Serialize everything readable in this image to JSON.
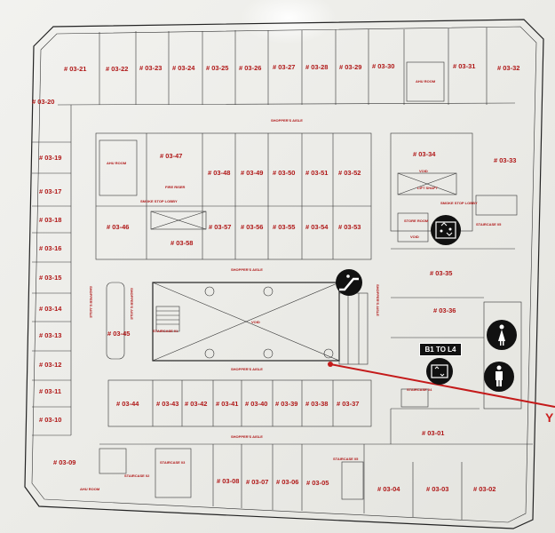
{
  "units": {
    "top_row": [
      "# 03-21",
      "# 03-22",
      "# 03-23",
      "# 03-24",
      "# 03-25",
      "# 03-26",
      "# 03-27",
      "# 03-28",
      "# 03-29",
      "# 03-30",
      "# 03-31",
      "# 03-32"
    ],
    "left_col": [
      "# 03-20",
      "# 03-19",
      "# 03-17",
      "# 03-18",
      "# 03-16",
      "# 03-15",
      "# 03-14",
      "# 03-13",
      "# 03-12",
      "# 03-11",
      "# 03-10",
      "# 03-09"
    ],
    "block_47": "# 03-47",
    "block_upper": [
      "# 03-48",
      "# 03-49",
      "# 03-50",
      "# 03-51",
      "# 03-52"
    ],
    "block_46": "# 03-46",
    "block_58": "# 03-58",
    "block_lower": [
      "# 03-57",
      "# 03-56",
      "# 03-55",
      "# 03-54",
      "# 03-53"
    ],
    "right_34": "# 03-34",
    "right_33": "# 03-33",
    "right_35": "# 03-35",
    "right_36": "# 03-36",
    "left_45": "# 03-45",
    "mid_row": [
      "# 03-44",
      "# 03-43",
      "# 03-42",
      "# 03-41",
      "# 03-40",
      "# 03-39",
      "# 03-38",
      "# 03-37"
    ],
    "right_01": "# 03-01",
    "bottom_row": [
      "# 03-08",
      "# 03-07",
      "# 03-06",
      "# 03-05"
    ],
    "bottom_right": [
      "# 03-04",
      "# 03-03",
      "# 03-02"
    ]
  },
  "labels": {
    "shoppers_aisle": "SHOPPER'S AISLE",
    "ahu_room": "AHU ROOM",
    "store_room": "STORE ROOM",
    "void": "VOID",
    "lift_shaft": "LIFT SHAFT",
    "staircase_01": "STAIRCASE 01",
    "staircase_02": "STAIRCASE 02",
    "staircase_03": "STAIRCASE 03",
    "staircase_04": "STAIRCASE 04",
    "staircase_05": "STAIRCASE 05",
    "smoke_stop_lobby": "SMOKE STOP LOBBY",
    "fa_room": "FIRE RISER"
  },
  "sign": {
    "lift_range": "B1 TO L4"
  },
  "edge_letter": "Y",
  "icons": [
    "escalator-icon",
    "lift-icon",
    "female-toilet-icon",
    "male-toilet-icon",
    "lift-b1-l4-icon"
  ],
  "colors": {
    "unit_text": "#b01818",
    "icon_bg": "#111111",
    "pointer_line": "#c41a1a"
  }
}
